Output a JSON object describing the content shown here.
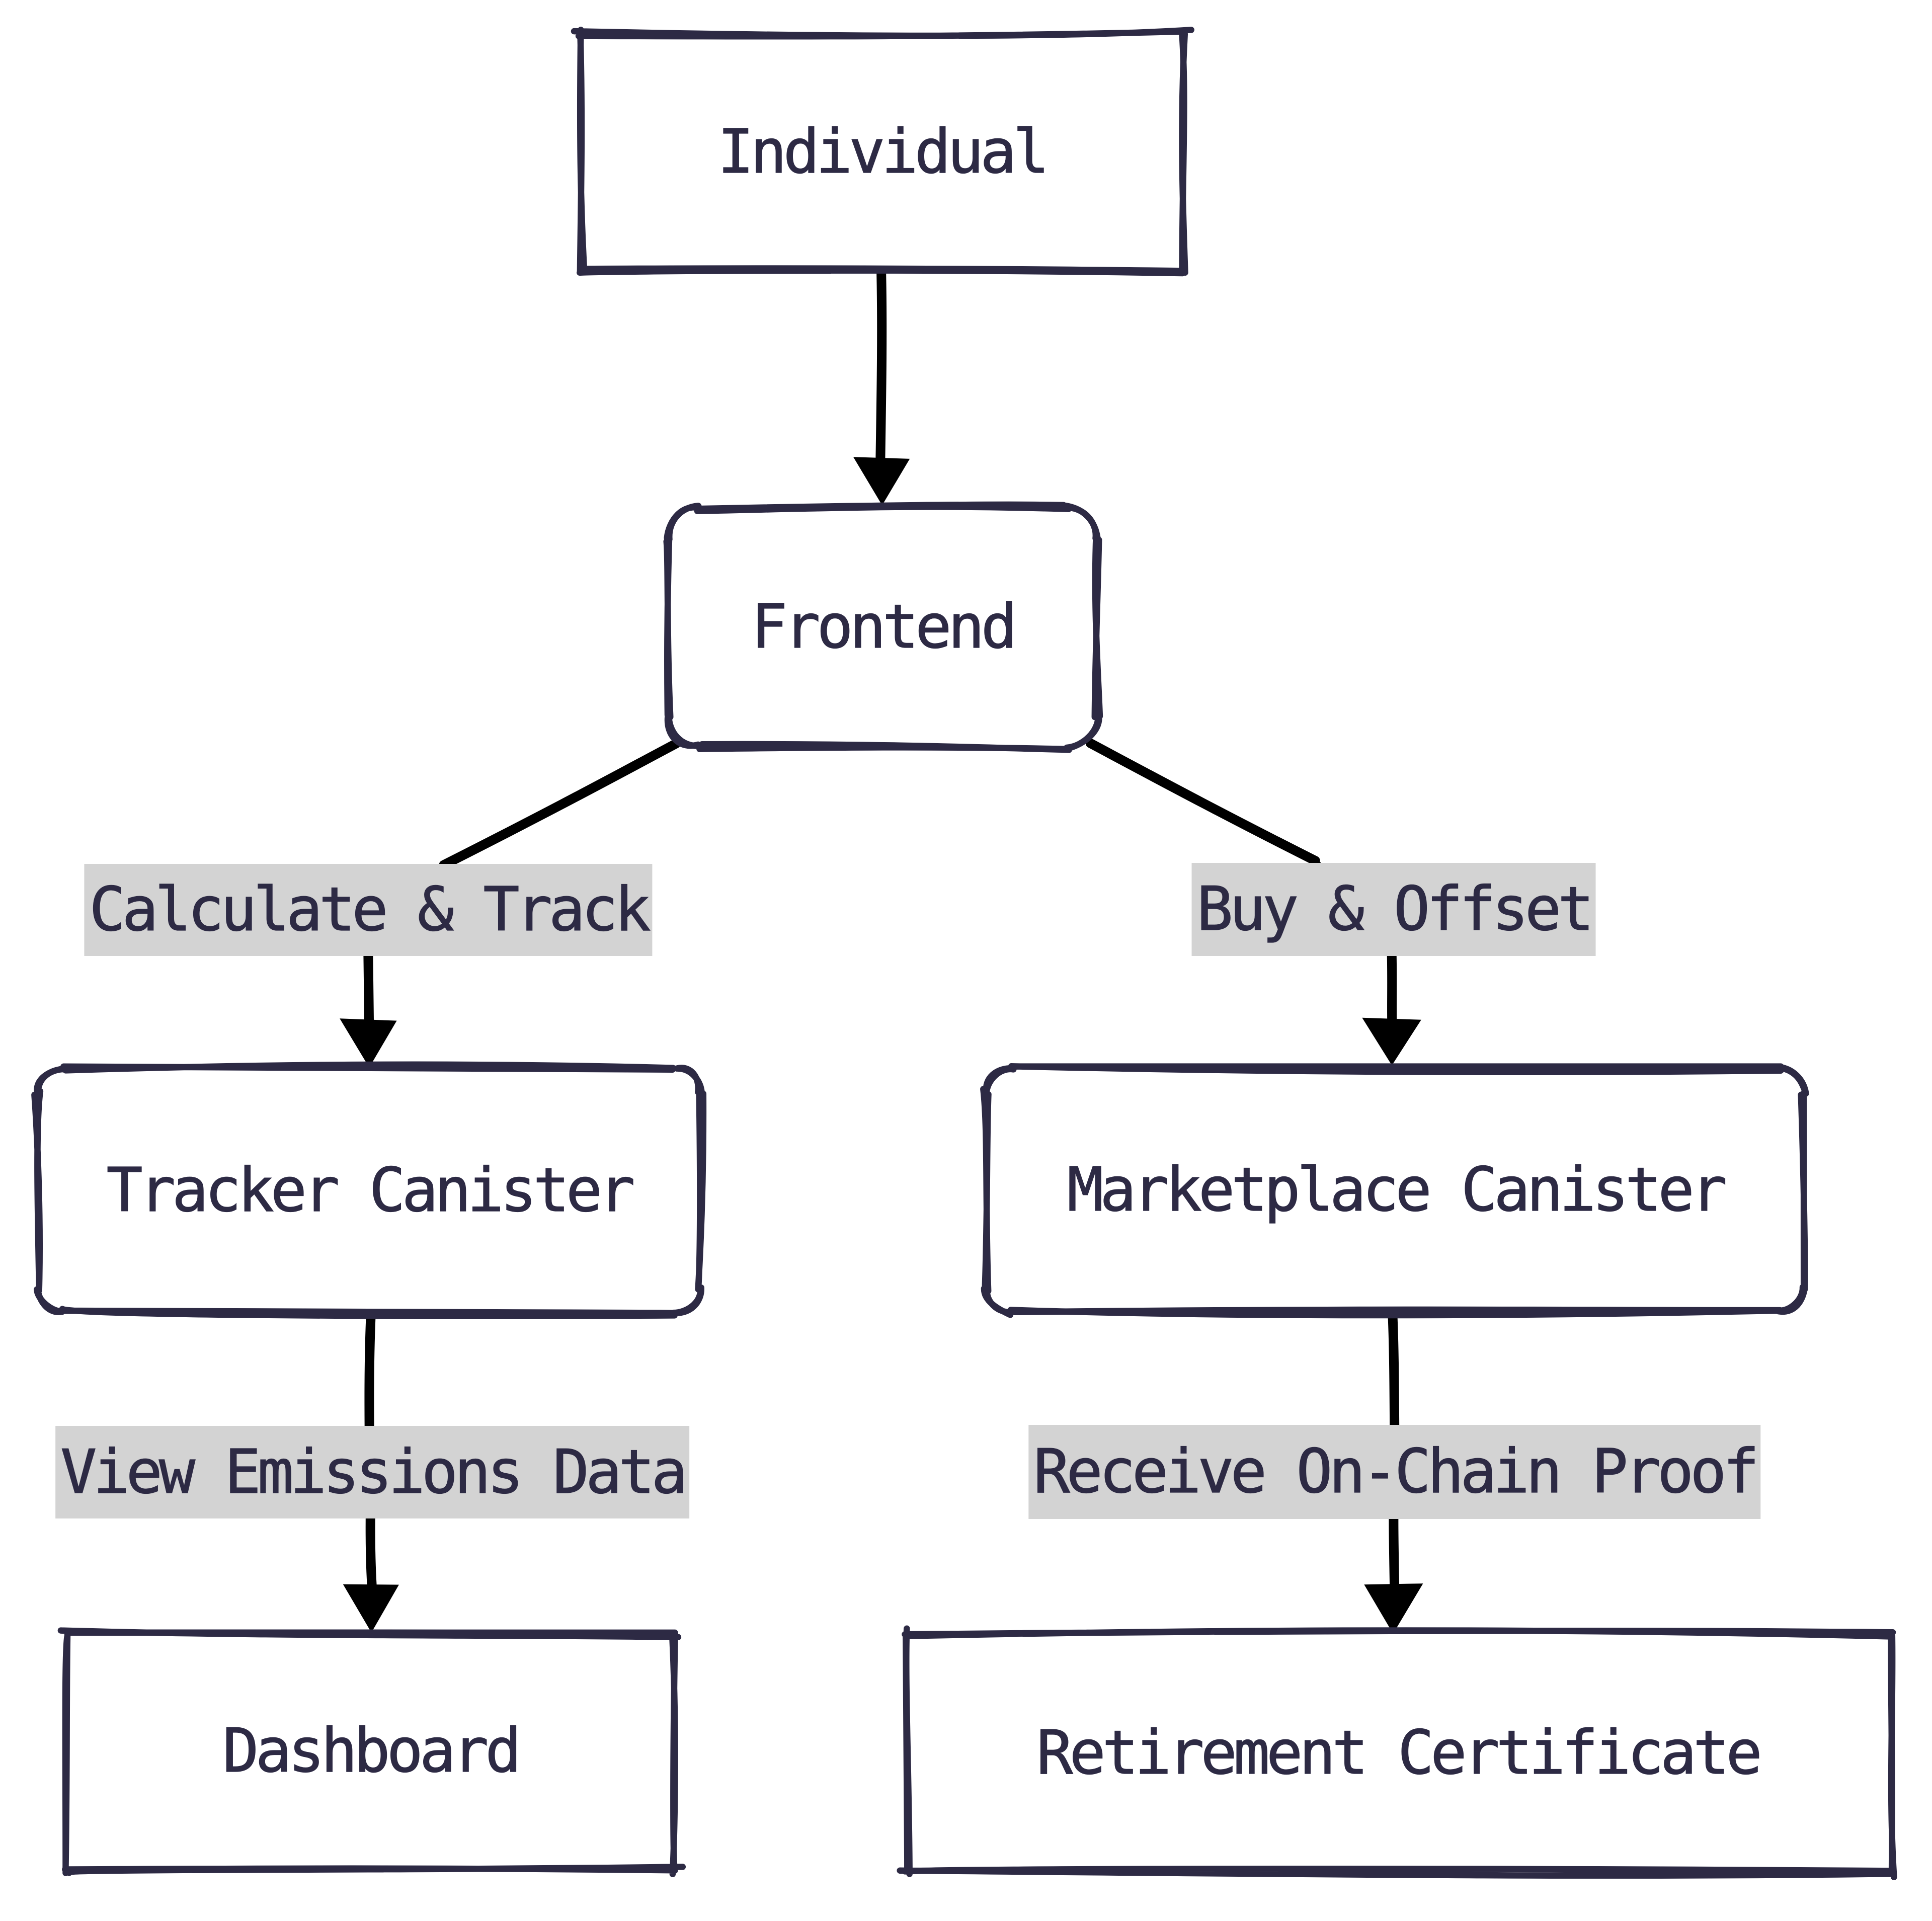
{
  "diagram": {
    "type": "flowchart",
    "direction": "top-down",
    "style": "hand-drawn",
    "nodes": [
      {
        "id": "individual",
        "label": "Individual",
        "shape": "rectangle"
      },
      {
        "id": "frontend",
        "label": "Frontend",
        "shape": "rounded-rectangle"
      },
      {
        "id": "tracker",
        "label": "Tracker Canister",
        "shape": "rounded-rectangle"
      },
      {
        "id": "marketplace",
        "label": "Marketplace Canister",
        "shape": "rounded-rectangle"
      },
      {
        "id": "dashboard",
        "label": "Dashboard",
        "shape": "rectangle"
      },
      {
        "id": "retirement",
        "label": "Retirement Certificate",
        "shape": "rectangle"
      }
    ],
    "edges": [
      {
        "from": "individual",
        "to": "frontend",
        "label": ""
      },
      {
        "from": "frontend",
        "to": "tracker",
        "label": "Calculate & Track"
      },
      {
        "from": "frontend",
        "to": "marketplace",
        "label": "Buy & Offset"
      },
      {
        "from": "tracker",
        "to": "dashboard",
        "label": "View Emissions Data"
      },
      {
        "from": "marketplace",
        "to": "retirement",
        "label": "Receive On-Chain Proof"
      }
    ],
    "colors": {
      "node_border": "#2d2a44",
      "node_fill": "#ffffff",
      "text": "#2d2a44",
      "arrow": "#000000",
      "edge_label_background": "#d3d3d3",
      "background": "#ffffff"
    }
  }
}
